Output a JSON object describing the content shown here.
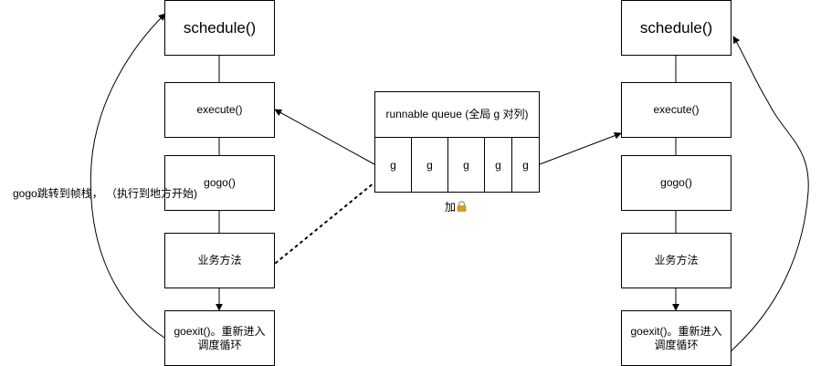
{
  "left_stack": {
    "schedule": "schedule()",
    "execute": "execute()",
    "gogo": "gogo()",
    "business": "业务方法",
    "goexit": "goexit()。重新进入调度循环"
  },
  "right_stack": {
    "schedule": "schedule()",
    "execute": "execute()",
    "gogo": "gogo()",
    "business": "业务方法",
    "goexit": "goexit()。重新进入调度循环"
  },
  "queue": {
    "title": "runnable queue (全局 g 对列)",
    "cells": [
      "g",
      "g",
      "g",
      "g",
      "g"
    ],
    "lock_label": "加",
    "lock_icon": "padlock-icon"
  },
  "annotation": "gogo跳转到帧栈， （执行到地方开始)",
  "colors": {
    "stroke": "#000000",
    "lock_body": "#d4a017"
  }
}
